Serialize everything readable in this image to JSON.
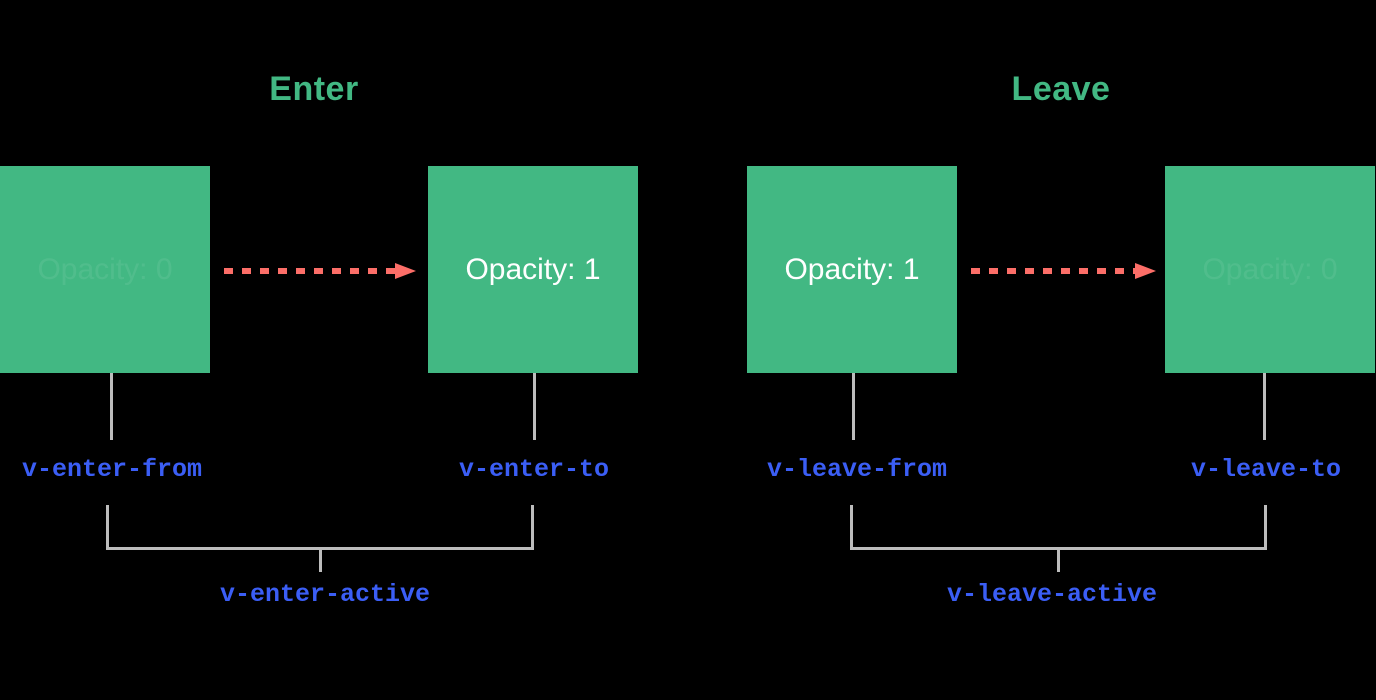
{
  "diagram": {
    "background_color": "#000000",
    "accent_green": "#42b883",
    "accent_blue": "#3b5ef5",
    "accent_coral": "#fc6e68",
    "connector_gray": "#bdbdbd",
    "sections": [
      {
        "id": "enter",
        "title": "Enter",
        "from_box": {
          "text": "Opacity: 0",
          "faded": true
        },
        "to_box": {
          "text": "Opacity: 1",
          "faded": false
        },
        "from_label": "v-enter-from",
        "to_label": "v-enter-to",
        "active_label": "v-enter-active",
        "arrow": "dashed-right-arrow"
      },
      {
        "id": "leave",
        "title": "Leave",
        "from_box": {
          "text": "Opacity: 1",
          "faded": false
        },
        "to_box": {
          "text": "Opacity: 0",
          "faded": true
        },
        "from_label": "v-leave-from",
        "to_label": "v-leave-to",
        "active_label": "v-leave-active",
        "arrow": "dashed-right-arrow"
      }
    ]
  }
}
